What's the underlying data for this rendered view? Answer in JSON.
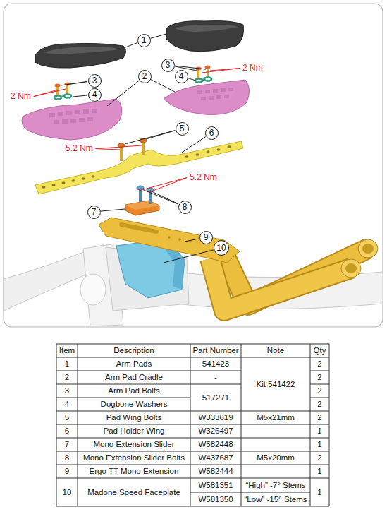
{
  "diagram": {
    "nodes": [
      {
        "text": [
          "1"
        ]
      },
      {
        "text": [
          "3"
        ]
      },
      {
        "text": [
          "2"
        ]
      },
      {
        "text": [
          "4"
        ]
      },
      {
        "text": [
          "3"
        ]
      },
      {
        "text": [
          "4"
        ]
      },
      {
        "text": [
          "5"
        ]
      },
      {
        "text": [
          "6"
        ]
      },
      {
        "text": [
          "8"
        ]
      },
      {
        "text": [
          "7"
        ]
      },
      {
        "text": [
          "9"
        ]
      },
      {
        "text": [
          "10"
        ]
      }
    ],
    "labels": [
      "2 Nm",
      "2 Nm",
      "5.2 Nm",
      "5.2 Nm",
      "Item",
      "Description",
      "Part Number",
      "Note",
      "Qty",
      "1",
      "Arm Pads",
      "541423",
      "Kit 541422",
      "2",
      "2",
      "Arm Pad Cradle",
      "-",
      "2",
      "3",
      "Arm Pad Bolts",
      "517271",
      "2",
      "4",
      "Dogbone Washers",
      "2",
      "5",
      "Pad Wing Bolts",
      "W333619",
      "M5x21mm",
      "2",
      "6",
      "Pad Holder Wing",
      "W326497",
      "1",
      "7",
      "Mono Extension Slider",
      "W582448",
      "1",
      "8",
      "Mono Extension Slider Bolts",
      "W437687",
      "M5x20mm",
      "2",
      "9",
      "Ergo TT Mono Extension",
      "W582444",
      "1",
      "10",
      "Madone Speed Faceplate",
      "W581351",
      "“High” -7° Stems",
      "1",
      "W581350",
      "“Low” -15° Stems"
    ]
  }
}
